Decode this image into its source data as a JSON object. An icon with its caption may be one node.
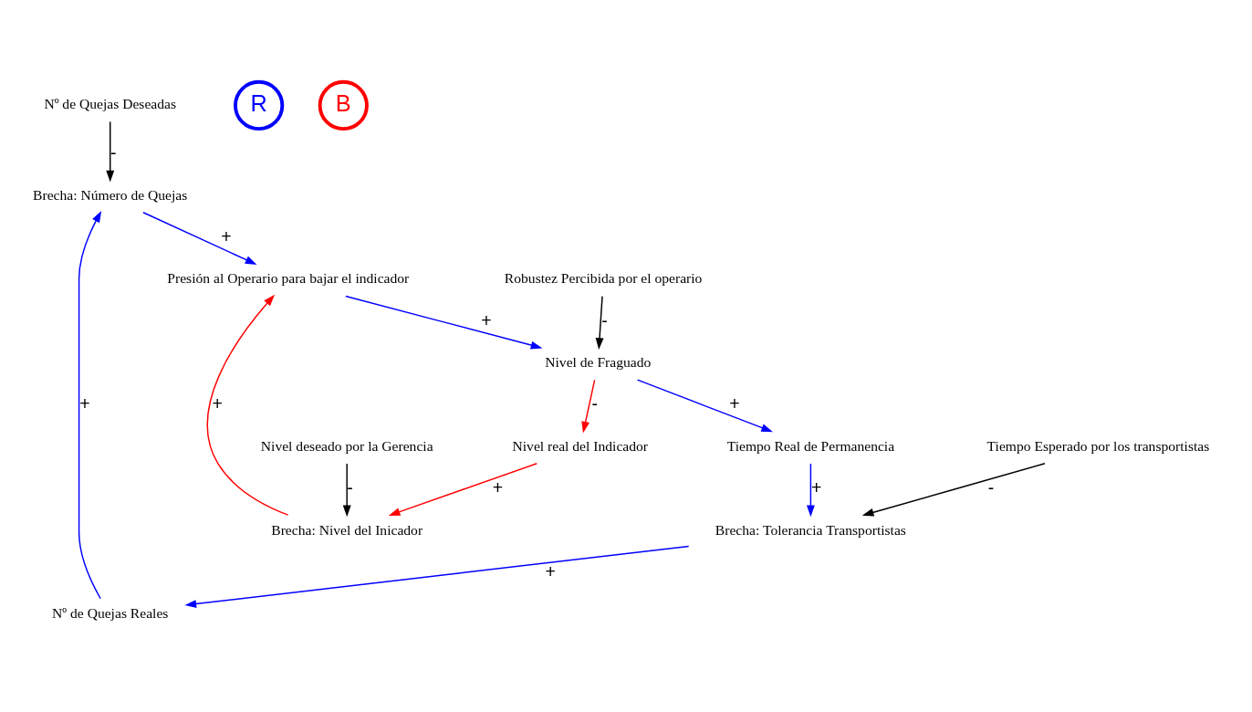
{
  "diagram": {
    "nodes": [
      {
        "text": [
          "Nº de Quejas Deseadas"
        ]
      },
      {
        "text": [
          "Tiempo Esperado por los transportistas"
        ]
      },
      {
        "text": [
          "Nº de Quejas Reales"
        ]
      },
      {
        "text": [
          "Brecha: Tolerancia Transportistas"
        ]
      },
      {
        "text": [
          "Brecha: Número de Quejas"
        ]
      },
      {
        "text": [
          "R"
        ]
      },
      {
        "text": [
          "Tiempo Real de Permanencia"
        ]
      },
      {
        "text": [
          "Presión al Operario para bajar el indicador"
        ]
      },
      {
        "text": [
          "Nivel de Fraguado"
        ]
      },
      {
        "text": [
          "Nivel deseado por la Gerencia"
        ]
      },
      {
        "text": [
          "B"
        ]
      },
      {
        "text": [
          "Brecha: Nivel del Inicador"
        ]
      },
      {
        "text": [
          "Nivel real del Indicador"
        ]
      },
      {
        "text": [
          "Robustez Percibida por el operario"
        ]
      }
    ],
    "edges": [
      {
        "from": 1,
        "to": 3,
        "arrow": "to",
        "label": "-",
        "color": "#000000"
      },
      {
        "from": 3,
        "to": 2,
        "arrow": "to",
        "label": "+"
      },
      {
        "from": 2,
        "to": 4,
        "arrow": "to",
        "label": "+"
      },
      {
        "from": 0,
        "to": 4,
        "arrow": "to",
        "label": "-",
        "color": "#000000"
      },
      {
        "from": 4,
        "to": 7,
        "arrow": "to",
        "label": "+"
      },
      {
        "from": 7,
        "to": 8,
        "arrow": "to",
        "label": "+"
      },
      {
        "from": 8,
        "to": 6,
        "arrow": "to",
        "label": "+"
      },
      {
        "from": 6,
        "to": 3,
        "arrow": "to",
        "label": "+"
      },
      {
        "from": 13,
        "to": 8,
        "arrow": "to",
        "label": "-",
        "color": "#000000"
      },
      {
        "from": 8,
        "to": 12,
        "arrow": "to",
        "label": "-",
        "color": "#ff0000"
      },
      {
        "from": 12,
        "to": 11,
        "arrow": "to",
        "label": "+",
        "color": "#ff0000"
      },
      {
        "from": 9,
        "to": 11,
        "arrow": "to",
        "label": "-",
        "color": "#000000"
      },
      {
        "from": 11,
        "to": 7,
        "arrow": "to",
        "label": "+",
        "color": "#ff0000"
      }
    ]
  }
}
